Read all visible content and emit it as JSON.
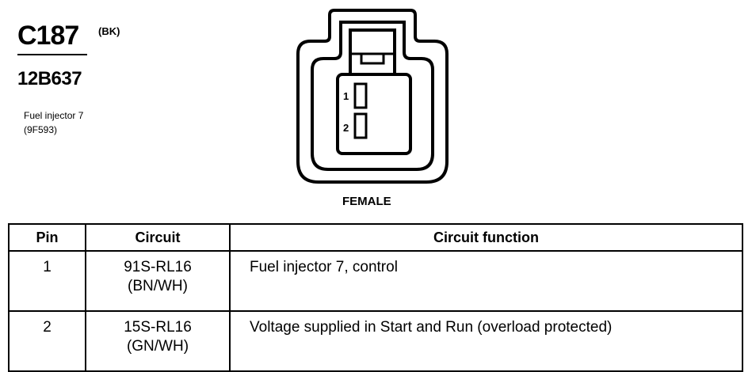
{
  "connector": {
    "id": "C187",
    "color_code": "(BK)",
    "part_number": "12B637",
    "component_name": "Fuel injector 7",
    "component_code": "(9F593)",
    "gender": "FEMALE",
    "pin_labels": [
      "1",
      "2"
    ]
  },
  "table": {
    "headers": [
      "Pin",
      "Circuit",
      "Circuit function"
    ],
    "rows": [
      {
        "pin": "1",
        "circuit": "91S-RL16",
        "color": "(BN/WH)",
        "function": "Fuel injector 7, control"
      },
      {
        "pin": "2",
        "circuit": "15S-RL16",
        "color": "(GN/WH)",
        "function": "Voltage supplied in Start and Run (overload protected)"
      }
    ]
  }
}
